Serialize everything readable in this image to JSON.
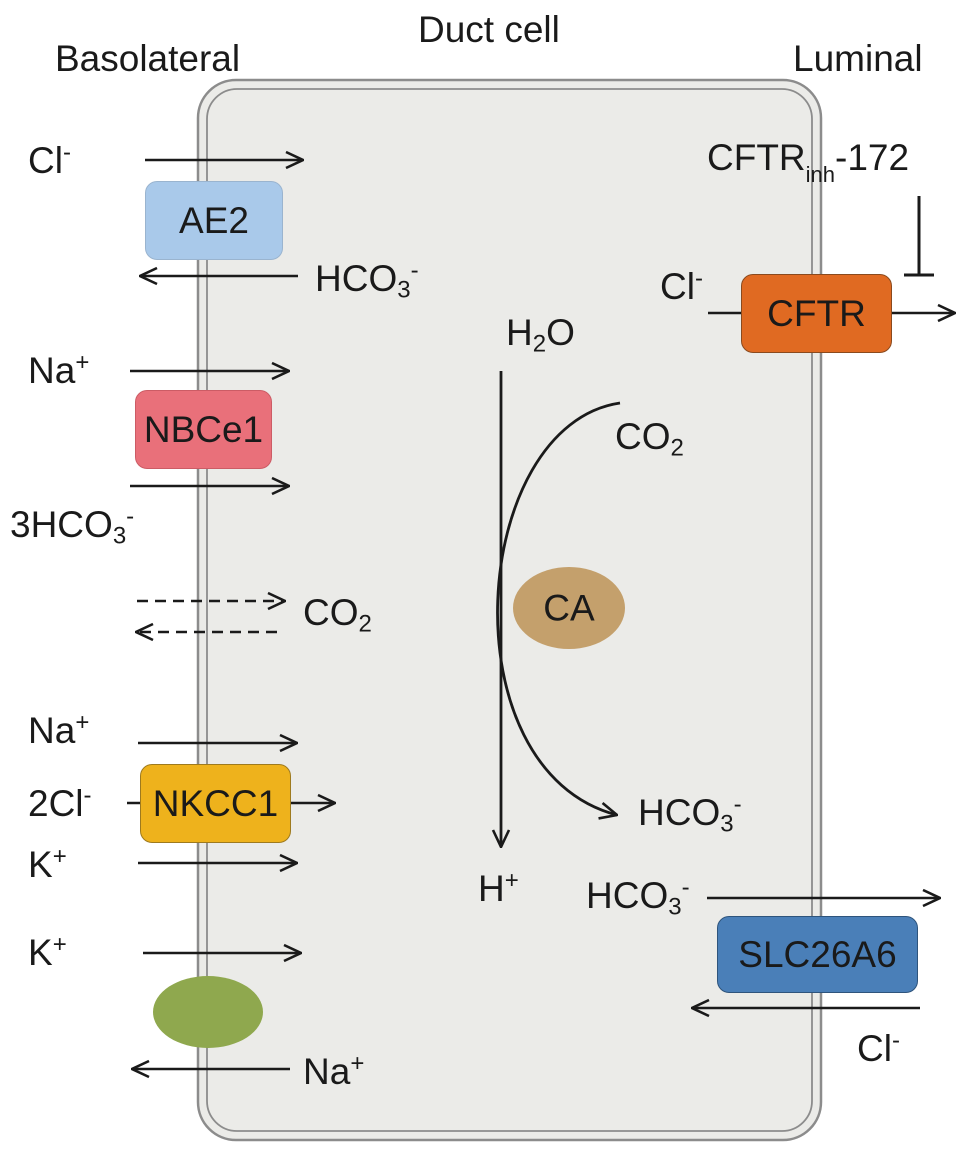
{
  "header": {
    "left": "Basolateral",
    "center": "Duct cell",
    "right": "Luminal"
  },
  "transporters": {
    "ae2": {
      "label": "AE2",
      "color": "#a9c9ea"
    },
    "nbce1": {
      "label": "NBCe1",
      "color": "#e9707a"
    },
    "nkcc1": {
      "label": "NKCC1",
      "color": "#eeb21c"
    },
    "cftr": {
      "label": "CFTR",
      "color": "#e06a22"
    },
    "slc26a6": {
      "label": "SLC26A6",
      "color": "#4a7fb8"
    },
    "pump": {
      "color": "#8fa84e"
    }
  },
  "enzyme": {
    "label": "CA",
    "color": "#c4a06c"
  },
  "inhibitor": {
    "main": "CFTR",
    "sub": "inh",
    "suffix": "-172"
  },
  "ions": {
    "ae2_cl": {
      "base": "Cl",
      "sup": "-"
    },
    "ae2_hco3": {
      "base": "HCO",
      "sub": "3",
      "sup": "-"
    },
    "nbce1_na": {
      "base": "Na",
      "sup": "+"
    },
    "nbce1_hco3": {
      "base": "3HCO",
      "sub": "3",
      "sup": "-"
    },
    "co2_diffusion": {
      "base": "CO",
      "sub": "2"
    },
    "nkcc1_na": {
      "base": "Na",
      "sup": "+"
    },
    "nkcc1_cl": {
      "base": "2Cl",
      "sup": "-"
    },
    "nkcc1_k": {
      "base": "K",
      "sup": "+"
    },
    "pump_k": {
      "base": "K",
      "sup": "+"
    },
    "pump_na": {
      "base": "Na",
      "sup": "+"
    },
    "water": {
      "base": "H",
      "sub": "2",
      "tail": "O"
    },
    "co2_reaction": {
      "base": "CO",
      "sub": "2"
    },
    "proton": {
      "base": "H",
      "sup": "+"
    },
    "hco3_product": {
      "base": "HCO",
      "sub": "3",
      "sup": "-"
    },
    "cftr_cl": {
      "base": "Cl",
      "sup": "-"
    },
    "slc_hco3": {
      "base": "HCO",
      "sub": "3",
      "sup": "-"
    },
    "slc_cl": {
      "base": "Cl",
      "sup": "-"
    }
  },
  "colors": {
    "cell_fill": "#ebebe8",
    "cell_border": "#8c8c8c",
    "line": "#1a1a1a"
  }
}
